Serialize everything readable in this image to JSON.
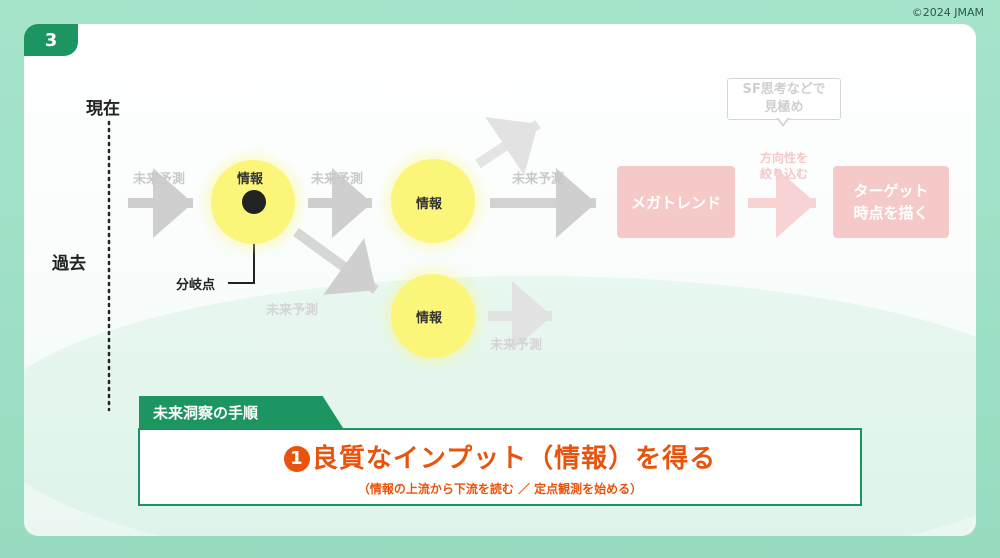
{
  "copyright": "©2024 JMAM",
  "badge": "3",
  "timeline": {
    "present": "現在",
    "past": "過去"
  },
  "nodes": {
    "info": "情報",
    "branch_point": "分岐点",
    "megatrend": "メガトレンド",
    "target": "ターゲット\n時点を描く"
  },
  "labels": {
    "forecast": "未来予測",
    "narrow": "方向性を\n絞り込む"
  },
  "callout": {
    "line1": "SF思考などで",
    "line2": "見極め"
  },
  "procedure": {
    "tab": "未来洞察の手順",
    "number": "1",
    "title": "良質なインプット（情報）を得る",
    "subtitle": "（情報の上流から下流を読む ／ 定点観測を始める）"
  },
  "colors": {
    "accent_green": "#1d9560",
    "accent_orange": "#e8540e",
    "circle_yellow": "#fbf57a",
    "box_pink": "#f6c9c9"
  },
  "icons": [
    "dotted-timeline",
    "arrow-right-icon"
  ]
}
